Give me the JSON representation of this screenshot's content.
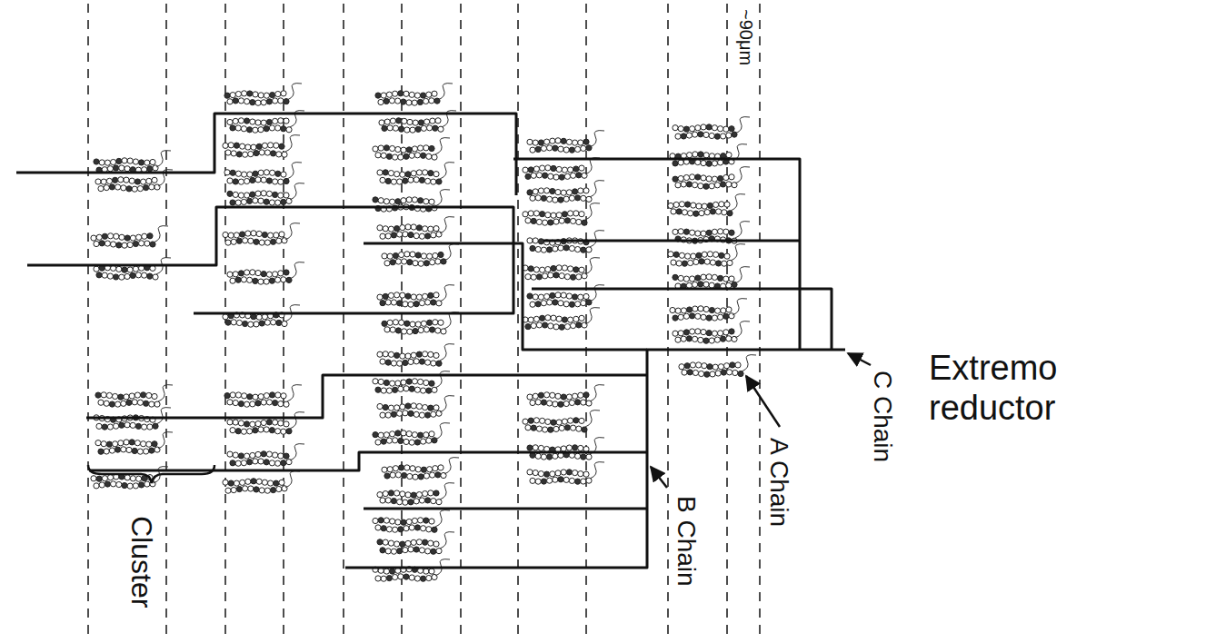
{
  "diagram": {
    "labels": [
      "~90μm",
      "Cluster",
      "B Chain",
      "A Chain",
      "C Chain",
      "Extremo reductor"
    ]
  }
}
